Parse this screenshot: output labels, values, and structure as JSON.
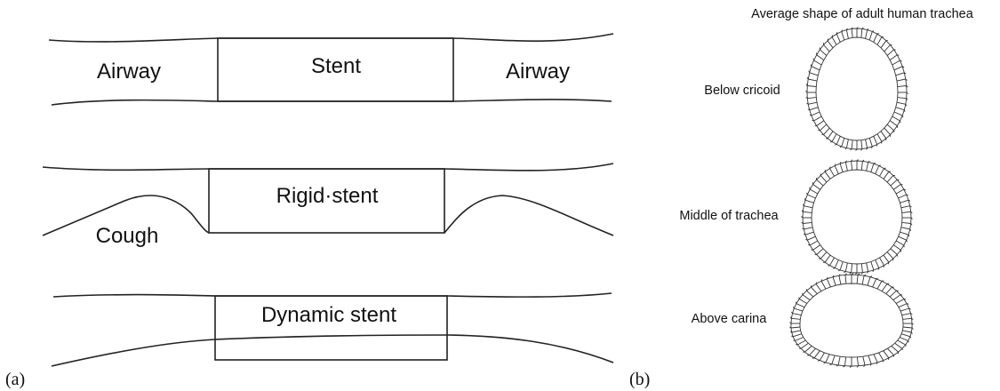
{
  "panel_a": {
    "tag": "(a)",
    "top": {
      "left_label": "Airway",
      "center_label": "Stent",
      "right_label": "Airway"
    },
    "middle": {
      "center_label": "Rigid·stent",
      "left_label": "Cough"
    },
    "bottom": {
      "center_label": "Dynamic stent"
    }
  },
  "panel_b": {
    "tag": "(b)",
    "title": "Average shape of adult human trachea",
    "sections": [
      {
        "label": "Below cricoid"
      },
      {
        "label": "Middle of trachea"
      },
      {
        "label": "Above carina"
      }
    ]
  }
}
